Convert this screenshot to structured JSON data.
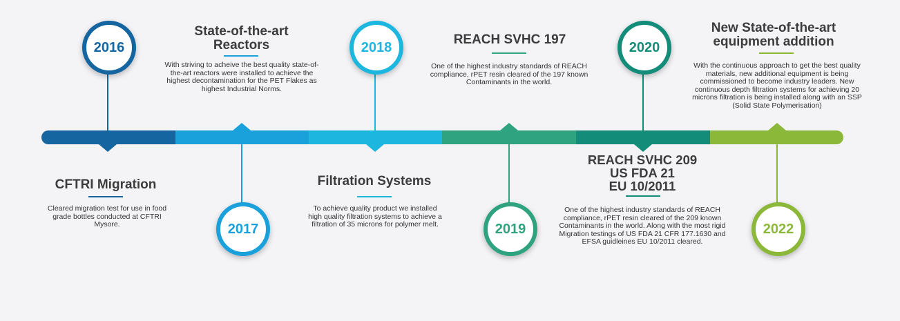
{
  "colors": {
    "c2016": "#1565a1",
    "c2017": "#1aa1db",
    "c2018": "#1cb6de",
    "c2019": "#2fa37f",
    "c2020": "#138c79",
    "c2022": "#8cb83a"
  },
  "milestones": [
    {
      "year": "2016",
      "title": "CFTRI Migration",
      "description": "Cleared migration test for use in food grade bottles conducted at CFTRI Mysore."
    },
    {
      "year": "2017",
      "title": "State-of-the-art Reactors",
      "description": "With striving to acheive the best quality state-of-the-art reactors were installed to achieve the highest decontamination for the PET Flakes as highest Industrial Norms."
    },
    {
      "year": "2018",
      "title": "Filtration Systems",
      "description": "To achieve quality product we installed high quality filtration systems to achieve a filtration of 35 microns for polymer melt."
    },
    {
      "year": "2019",
      "title": "REACH SVHC 197",
      "description": "One of the highest industry standards of REACH compliance, rPET resin cleared of the 197 known Contaminants in the world."
    },
    {
      "year": "2020",
      "title": "REACH SVHC 209\nUS FDA 21\nEU 10/2011",
      "description": "One of the highest industry standards of REACH compliance, rPET resin cleared of the 209 known Contaminants in the world. Along with the most rigid Migration testings of US FDA 21 CFR 177.1630 and EFSA guidleines EU 10/2011 cleared."
    },
    {
      "year": "2022",
      "title": "New State-of-the-art equipment addition",
      "description": "With the continuous approach to get the best quality materials, new additional equipment is being commissioned to become industry leaders. New continuous depth filtration systems for achieving 20 microns filtration is being installed along with an SSP (Solid State Polymerisation)"
    }
  ]
}
